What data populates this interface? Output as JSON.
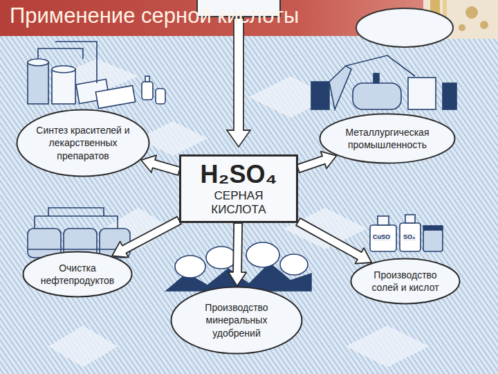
{
  "diagram": {
    "title": "Применение серной кислоты",
    "nodes": [
      {
        "text": [
          "Синтез красителей и лекарственных препаратов"
        ]
      },
      {
        "text": [
          "Металлургическая промышленность"
        ]
      },
      {
        "text": [
          "H₂SO₄",
          "СЕРНАЯ КИСЛОТА"
        ]
      },
      {
        "text": [
          "Очистка нефтепродуктов"
        ]
      },
      {
        "text": [
          "Производство солей и кислот"
        ]
      },
      {
        "text": [
          "Производство минеральных удобрений"
        ]
      }
    ],
    "edges": [
      {
        "from": 2,
        "to": 0,
        "arrow": "to"
      },
      {
        "from": 2,
        "to": 1,
        "arrow": "to"
      },
      {
        "from": 2,
        "to": 3,
        "arrow": "to"
      },
      {
        "from": 2,
        "to": 4,
        "arrow": "to"
      },
      {
        "from": 2,
        "to": 5,
        "arrow": "to"
      }
    ],
    "labels": [
      "CuSO",
      "SO₄"
    ]
  }
}
